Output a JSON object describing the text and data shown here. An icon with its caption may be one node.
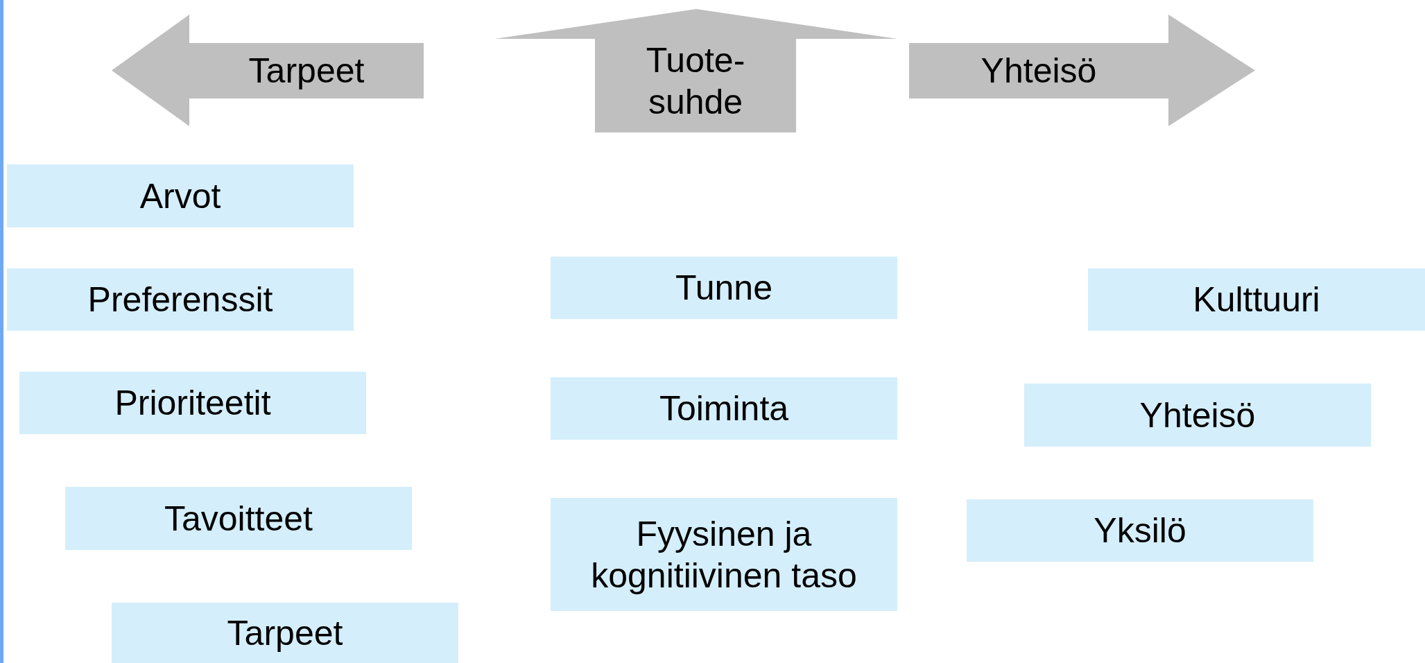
{
  "diagram": {
    "nodes": [
      {
        "text": [
          "Tarpeet"
        ]
      },
      {
        "text": [
          "Tuote- suhde"
        ]
      },
      {
        "text": [
          "Yhteisö"
        ]
      },
      {
        "text": [
          "Arvot"
        ]
      },
      {
        "text": [
          "Preferenssit"
        ]
      },
      {
        "text": [
          "Tunne"
        ]
      },
      {
        "text": [
          "Kulttuuri"
        ]
      },
      {
        "text": [
          "Prioriteetit"
        ]
      },
      {
        "text": [
          "Toiminta"
        ]
      },
      {
        "text": [
          "Yhteisö"
        ]
      },
      {
        "text": [
          "Tavoitteet"
        ]
      },
      {
        "text": [
          "Fyysinen ja kognitiivinen taso"
        ]
      },
      {
        "text": [
          "Yksilö"
        ]
      },
      {
        "text": [
          "Tarpeet"
        ]
      }
    ],
    "edges": []
  }
}
